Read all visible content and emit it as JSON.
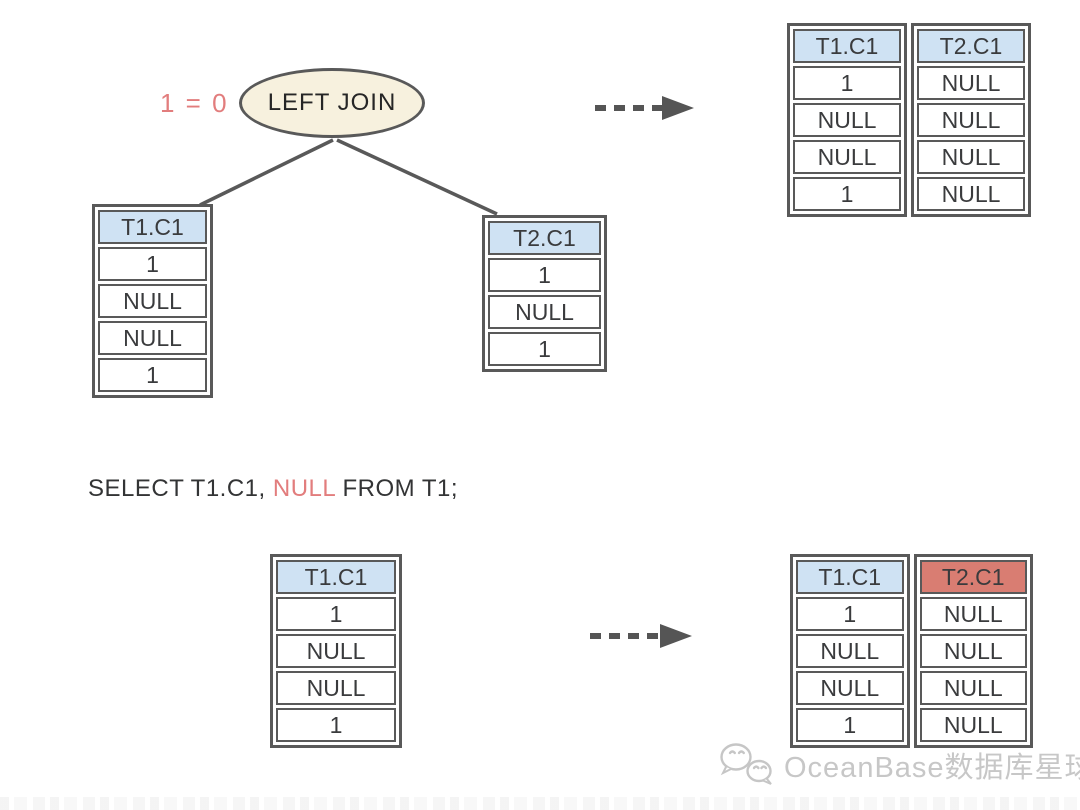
{
  "diagram": {
    "condition_label": "1 = 0",
    "join_label": "LEFT JOIN",
    "sql_pre": "SELECT T1.C1, ",
    "sql_null": "NULL",
    "sql_post": " FROM T1;"
  },
  "tables": {
    "t1_top": {
      "header": "T1.C1",
      "rows": [
        "1",
        "NULL",
        "NULL",
        "1"
      ]
    },
    "t2_top": {
      "header": "T2.C1",
      "rows": [
        "1",
        "NULL",
        "1"
      ]
    },
    "result_top": {
      "columns": [
        {
          "header": "T1.C1",
          "values": [
            "1",
            "NULL",
            "NULL",
            "1"
          ]
        },
        {
          "header": "T2.C1",
          "values": [
            "NULL",
            "NULL",
            "NULL",
            "NULL"
          ]
        }
      ]
    },
    "t1_bottom": {
      "header": "T1.C1",
      "rows": [
        "1",
        "NULL",
        "NULL",
        "1"
      ]
    },
    "result_bottom": {
      "columns": [
        {
          "header": "T1.C1",
          "values": [
            "1",
            "NULL",
            "NULL",
            "1"
          ]
        },
        {
          "header": "T2.C1",
          "values": [
            "NULL",
            "NULL",
            "NULL",
            "NULL"
          ]
        }
      ]
    }
  },
  "watermark": {
    "icon": "wechat-icon",
    "text": "OceanBase数据库星球"
  },
  "colors": {
    "header_blue": "#cfe2f3",
    "header_red": "#d97d72",
    "ellipse_fill": "#f7f1de",
    "line": "#595959",
    "accent": "#e27d7d",
    "ink": "#3a3b3d",
    "watermark": "#c7c7c7"
  }
}
